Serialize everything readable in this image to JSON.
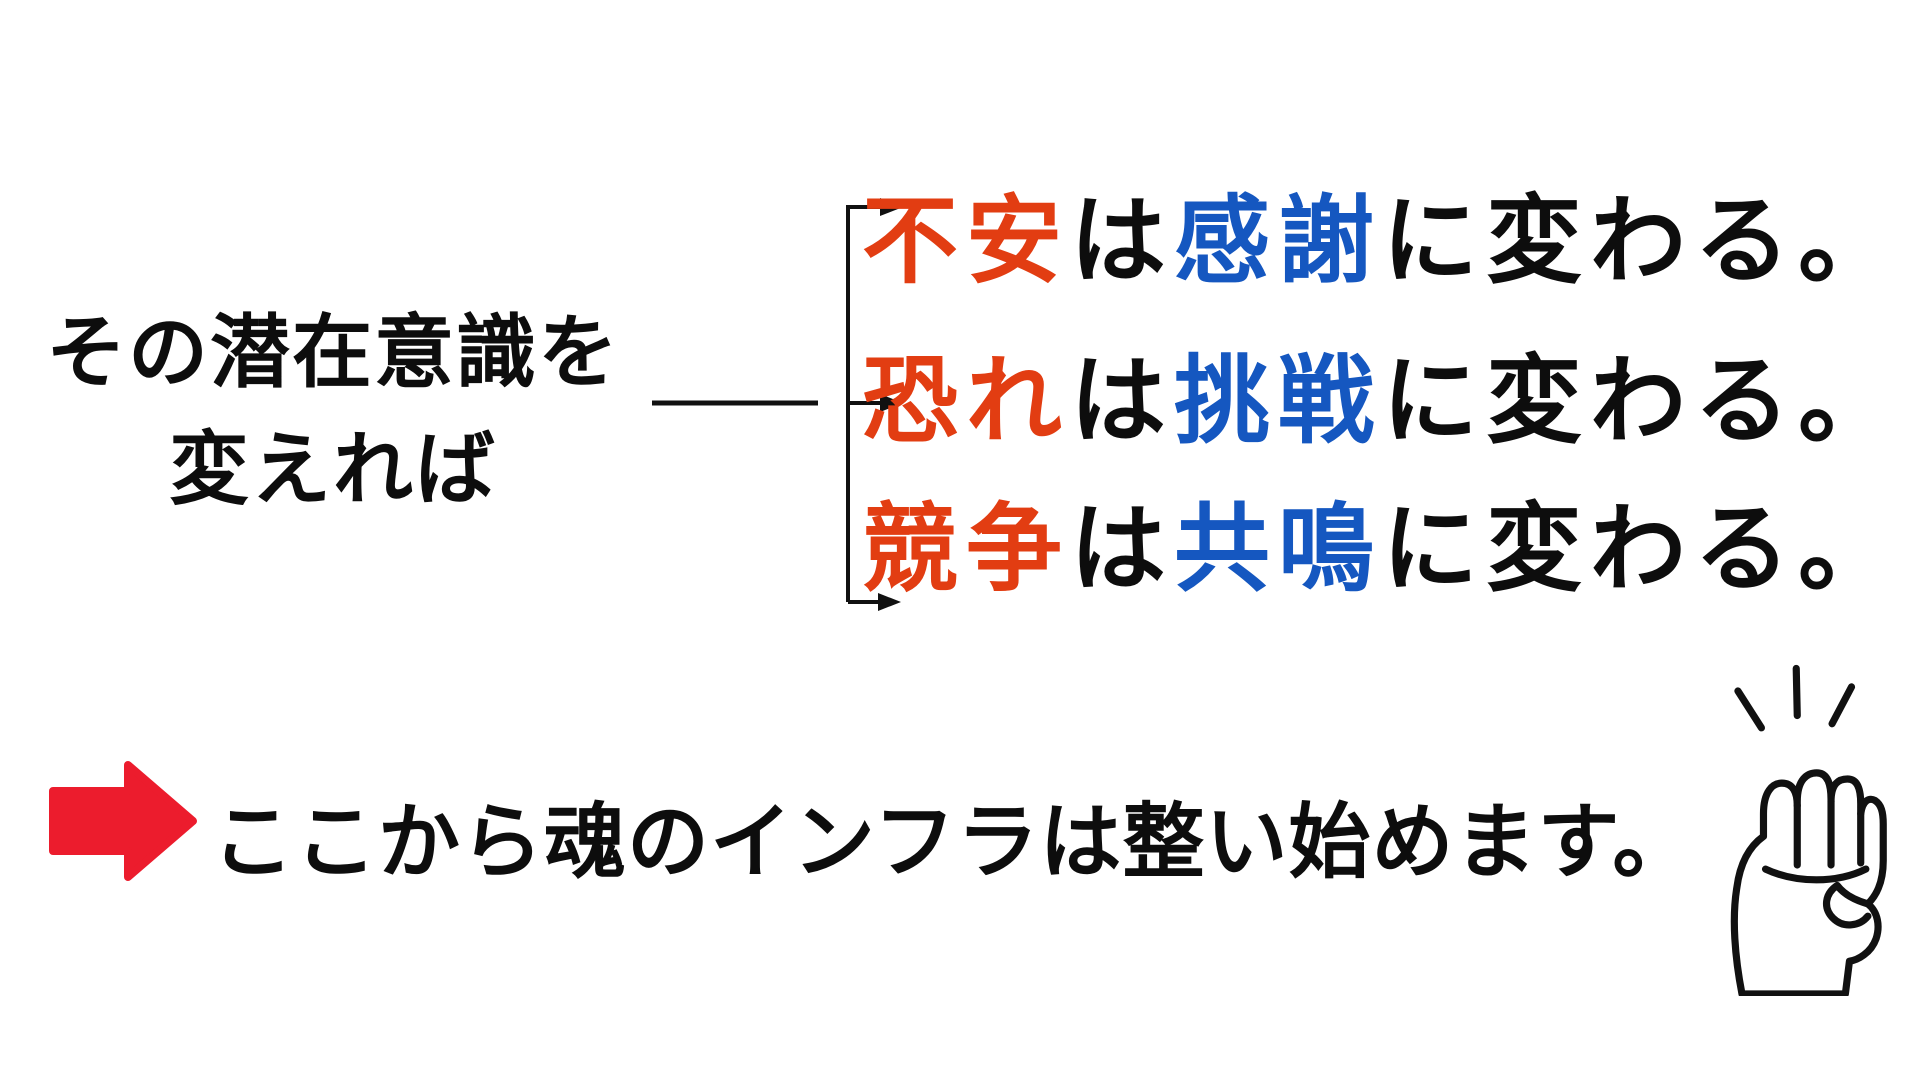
{
  "colors": {
    "background": "#FFFFFF",
    "ink": "#0D0D0D",
    "emphasis_red": "#E23D12",
    "emphasis_blue": "#1557C0",
    "arrow_red": "#EC1C2D"
  },
  "premise": {
    "line1": "その潜在意識を",
    "line2": "変えれば"
  },
  "branches": [
    {
      "from": "不安",
      "particle": "は",
      "to": "感謝",
      "tail": "に変わる。"
    },
    {
      "from": "恐れ",
      "particle": "は",
      "to": "挑戦",
      "tail": "に変わる。"
    },
    {
      "from": "競争",
      "particle": "は",
      "to": "共鳴",
      "tail": "に変わる。"
    }
  ],
  "conclusion": {
    "text": "ここから魂のインフラは整い始めます。"
  },
  "icons": {
    "block_arrow": "red-block-arrow-right",
    "fist": "raised-fist-with-motion-lines",
    "connector": "three-branch-bracket-with-arrowheads"
  }
}
